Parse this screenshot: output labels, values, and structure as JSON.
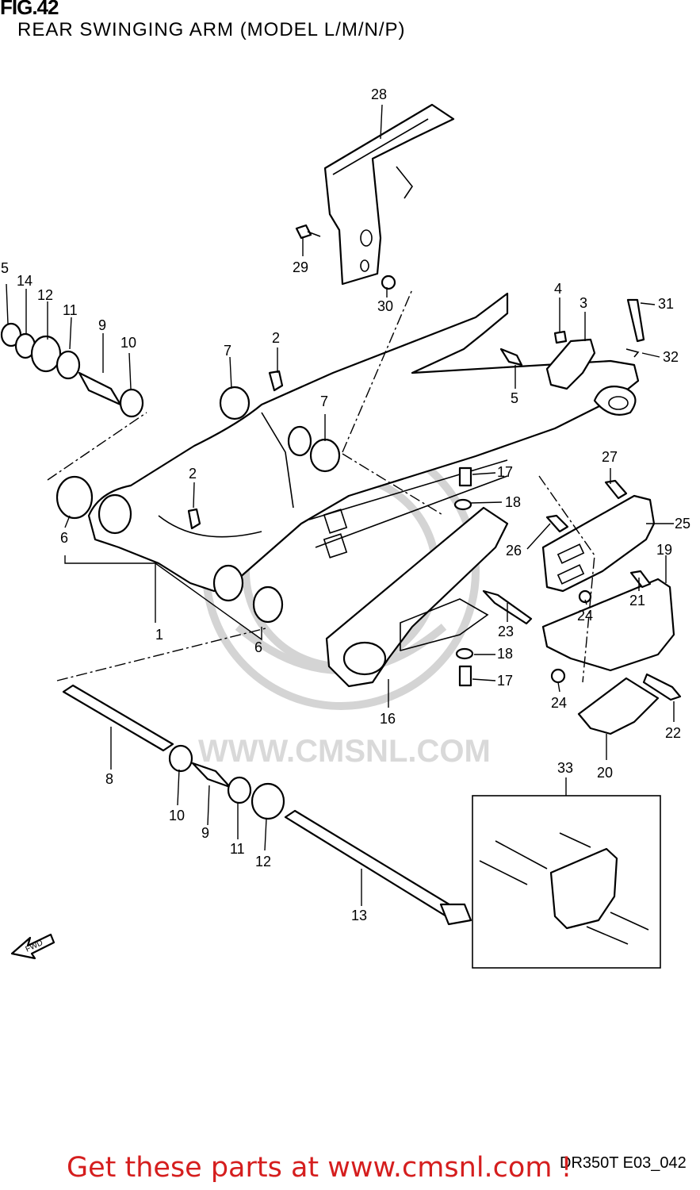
{
  "figure": {
    "title": "FIG.42",
    "subtitle": "REAR SWINGING ARM (MODEL L/M/N/P)"
  },
  "watermark": {
    "text": "WWW.CMSNL.COM"
  },
  "fwd_label": "FWD",
  "diagram_code": "DR350T E03_042",
  "footer": {
    "banner": "Get these parts at www.cmsnl.com !"
  },
  "callouts": {
    "c1": "1",
    "c2a": "2",
    "c2b": "2",
    "c3": "3",
    "c4": "4",
    "c5a": "5",
    "c5b": "5",
    "c6a": "6",
    "c6b": "6",
    "c7a": "7",
    "c7b": "7",
    "c8": "8",
    "c9a": "9",
    "c9b": "9",
    "c10a": "10",
    "c10b": "10",
    "c11a": "11",
    "c11b": "11",
    "c12a": "12",
    "c12b": "12",
    "c13": "13",
    "c14": "14",
    "c16": "16",
    "c17a": "17",
    "c17b": "17",
    "c18a": "18",
    "c18b": "18",
    "c19": "19",
    "c20": "20",
    "c21": "21",
    "c22": "22",
    "c23": "23",
    "c24a": "24",
    "c24b": "24",
    "c25": "25",
    "c26": "26",
    "c27": "27",
    "c28": "28",
    "c29": "29",
    "c30": "30",
    "c31": "31",
    "c32": "32",
    "c33": "33"
  },
  "colors": {
    "line": "#000000",
    "watermark": "#d4d4d4",
    "banner": "#d51e1e"
  }
}
